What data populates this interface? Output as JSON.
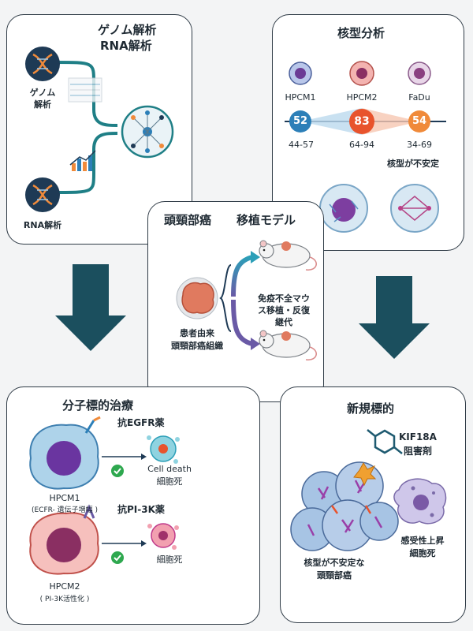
{
  "genome": {
    "title_line1": "ゲノム解析",
    "title_line2": "RNA解析",
    "node_genome_label_1": "ゲノム",
    "node_genome_label_2": "解析",
    "node_rna_label": "RNA解析"
  },
  "karyotype": {
    "title": "核型分析",
    "lines": [
      {
        "name": "HPCM1",
        "modal": "52",
        "range": "44-57",
        "color": "#2c7fb8"
      },
      {
        "name": "HPCM2",
        "modal": "83",
        "range": "64-94",
        "color": "#e8532c"
      },
      {
        "name": "FaDu",
        "modal": "54",
        "range": "34-69",
        "color": "#f08a3a"
      }
    ],
    "unstable_label": "核型が不安定"
  },
  "center": {
    "title_left": "頭頸部癌",
    "title_right": "移植モデル",
    "tissue_label_1": "患者由来",
    "tissue_label_2": "頭頸部癌組織",
    "passage_label_1": "免疫不全マウ",
    "passage_label_2": "ス移植・反復",
    "passage_label_3": "継代"
  },
  "molecular": {
    "title": "分子標的治療",
    "drug1": "抗EGFR薬",
    "drug2": "抗PI-3K薬",
    "cell1_name": "HPCM1",
    "cell1_note": "(ECFR- 遺伝子増幅 )",
    "cell2_name": "HPCM2",
    "cell2_note": "( PI-3K活性化 )",
    "death1_line1": "Cell death",
    "death1_line2": "細胞死",
    "death2": "細胞死"
  },
  "novel": {
    "title": "新規標的",
    "inhibitor_line1": "KIF18A",
    "inhibitor_line2": "阻害剤",
    "tumor_label_1": "核型が不安定な",
    "tumor_label_2": "頭頸部癌",
    "result_1": "感受性上昇",
    "result_2": "細胞死"
  },
  "colors": {
    "arrow": "#1b4f5e",
    "panel_border": "#2f3b46",
    "teal": "#1f7f86"
  }
}
